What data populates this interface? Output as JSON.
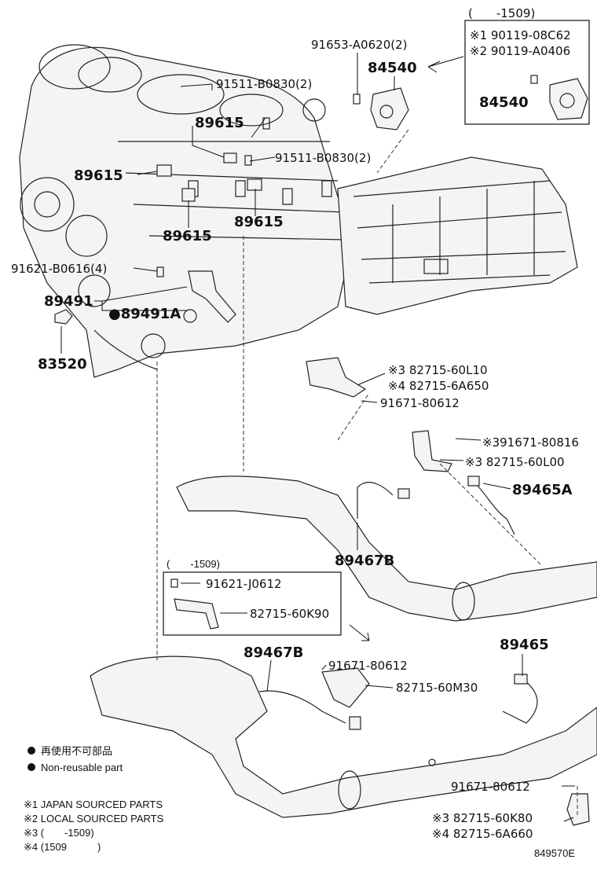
{
  "labels": {
    "top_box_range": "(　　-1509)",
    "top_box_1": "※1 90119-08C62",
    "top_box_2": "※2 90119-A0406",
    "top_box_part": "84540",
    "p91653": "91653-A0620(2)",
    "p84540": "84540",
    "p91511a": "91511-B0830(2)",
    "p89615a": "89615",
    "p91511b": "91511-B0830(2)",
    "p89615b": "89615",
    "p89615c": "89615",
    "p89615d": "89615",
    "p91621": "91621-B0616(4)",
    "p89491": "89491",
    "p89491a": "●89491A",
    "p83520": "83520",
    "p82715_60l10": "※3 82715-60L10",
    "p82715_6a650": "※4 82715-6A650",
    "p91671a": "91671-80612",
    "p91671_80816": "※391671-80816",
    "p82715_60l00": "※3 82715-60L00",
    "p89465a": "89465A",
    "p89467b_a": "89467B",
    "mid_box_range": "(　　-1509)",
    "p91621_j0612": "91621-J0612",
    "p82715_60k90": "82715-60K90",
    "p89467b_b": "89467B",
    "p91671b": "91671-80612",
    "p82715_60m30": "82715-60M30",
    "p89465": "89465",
    "p91671c": "91671-80612",
    "p82715_60k80": "※3 82715-60K80",
    "p82715_6a660": "※4 82715-6A660"
  },
  "legend": {
    "jp": "再使用不可部品",
    "en": "Non-reusable part"
  },
  "notes": {
    "n1": "※1 JAPAN SOURCED PARTS",
    "n2": "※2 LOCAL SOURCED PARTS",
    "n3": "※3 (　　-1509)",
    "n4": "※4 (1509　　　)"
  },
  "figure_code": "849570E"
}
